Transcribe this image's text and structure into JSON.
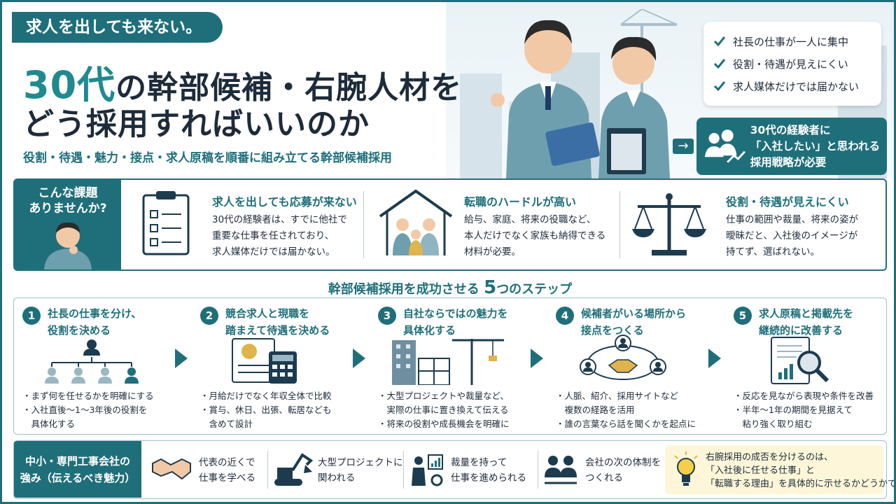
{
  "header": {
    "tagline": "求人を出しても来ない。",
    "title_line1_highlight": "30代",
    "title_line1_rest": "の幹部候補・右腕人材を",
    "title_line2": "どう採用すればいいのか",
    "subtitle": "役割・待遇・魅力・接点・求人原稿を順番に組み立てる幹部候補採用"
  },
  "checklist": [
    "社長の仕事が一人に集中",
    "役割・待遇が見えにくい",
    "求人媒体だけでは届かない"
  ],
  "need_box": {
    "line1": "30代の経験者に",
    "line2": "「入社したい」と思われる",
    "line3": "採用戦略が必要"
  },
  "issues": {
    "label_line1": "こんな課題",
    "label_line2": "ありませんか?",
    "items": [
      {
        "title": "求人を出しても応募が来ない",
        "body": [
          "30代の経験者は、すでに他社で",
          "重要な仕事を任されており、",
          "求人媒体だけでは届かない。"
        ],
        "icon": "checklist-icon"
      },
      {
        "title": "転職のハードルが高い",
        "body": [
          "給与、家庭、将来の役職など、",
          "本人だけでなく家族も納得できる",
          "材料が必要。"
        ],
        "icon": "family-house-icon"
      },
      {
        "title": "役割・待遇が見えにくい",
        "body": [
          "仕事の範囲や裁量、将来の姿が",
          "曖昧だと、入社後のイメージが",
          "持てず、選ばれない。"
        ],
        "icon": "balance-scale-icon"
      }
    ]
  },
  "steps": {
    "heading_pre": "幹部候補採用を成功させる",
    "heading_num": "5",
    "heading_post": "つのステップ",
    "items": [
      {
        "num": "1",
        "title": [
          "社長の仕事を分け、",
          "役割を決める"
        ],
        "bullets": [
          "・まず何を任せるかを明確にする",
          "・入社直後〜1〜3年後の役割を",
          "　具体化する"
        ],
        "icon": "org-chart-icon"
      },
      {
        "num": "2",
        "title": [
          "競合求人と現職を",
          "踏まえて待遇を決める"
        ],
        "bullets": [
          "・月給だけでなく年収全体で比較",
          "・賞与、休日、出張、転居なども",
          "　含めて設計"
        ],
        "icon": "salary-calculator-icon"
      },
      {
        "num": "3",
        "title": [
          "自社ならではの魅力を",
          "具体化する"
        ],
        "bullets": [
          "・大型プロジェクトや裁量など、",
          "　実際の仕事に置き換えて伝える",
          "・将来の役割や成長機会を明確に"
        ],
        "icon": "construction-site-icon"
      },
      {
        "num": "4",
        "title": [
          "候補者がいる場所から",
          "接点をつくる"
        ],
        "bullets": [
          "・人脈、紹介、採用サイトなど",
          "　複数の経路を活用",
          "・誰の言葉なら話を聞くかを起点に"
        ],
        "icon": "network-handshake-icon"
      },
      {
        "num": "5",
        "title": [
          "求人原稿と掲載先を",
          "継続的に改善する"
        ],
        "bullets": [
          "・反応を見ながら表現や条件を改善",
          "・半年〜1年の期間を見据えて",
          "　粘り強く取り組む"
        ],
        "icon": "document-magnifier-icon"
      }
    ]
  },
  "strengths": {
    "label_line1": "中小・専門工事会社の",
    "label_line2": "強み（伝えるべき魅力）",
    "items": [
      {
        "text": [
          "代表の近くで",
          "仕事を学べる"
        ],
        "icon": "handshake-icon"
      },
      {
        "text": [
          "大型プロジェクトに",
          "関われる"
        ],
        "icon": "excavator-icon"
      },
      {
        "text": [
          "裁量を持って",
          "仕事を進められる"
        ],
        "icon": "presenter-chart-icon"
      },
      {
        "text": [
          "会社の次の体制を",
          "つくれる"
        ],
        "icon": "team-icon"
      }
    ],
    "key_message": [
      "右腕採用の成否を分けるのは、",
      "「入社後に任せる仕事」と",
      "「転職する理由」を具体的に示せるかどうかです。"
    ]
  },
  "colors": {
    "primary": "#1f6f7a",
    "accent": "#1f8a90",
    "text": "#1d2b3a",
    "key_bg": "#fdf6d8"
  }
}
